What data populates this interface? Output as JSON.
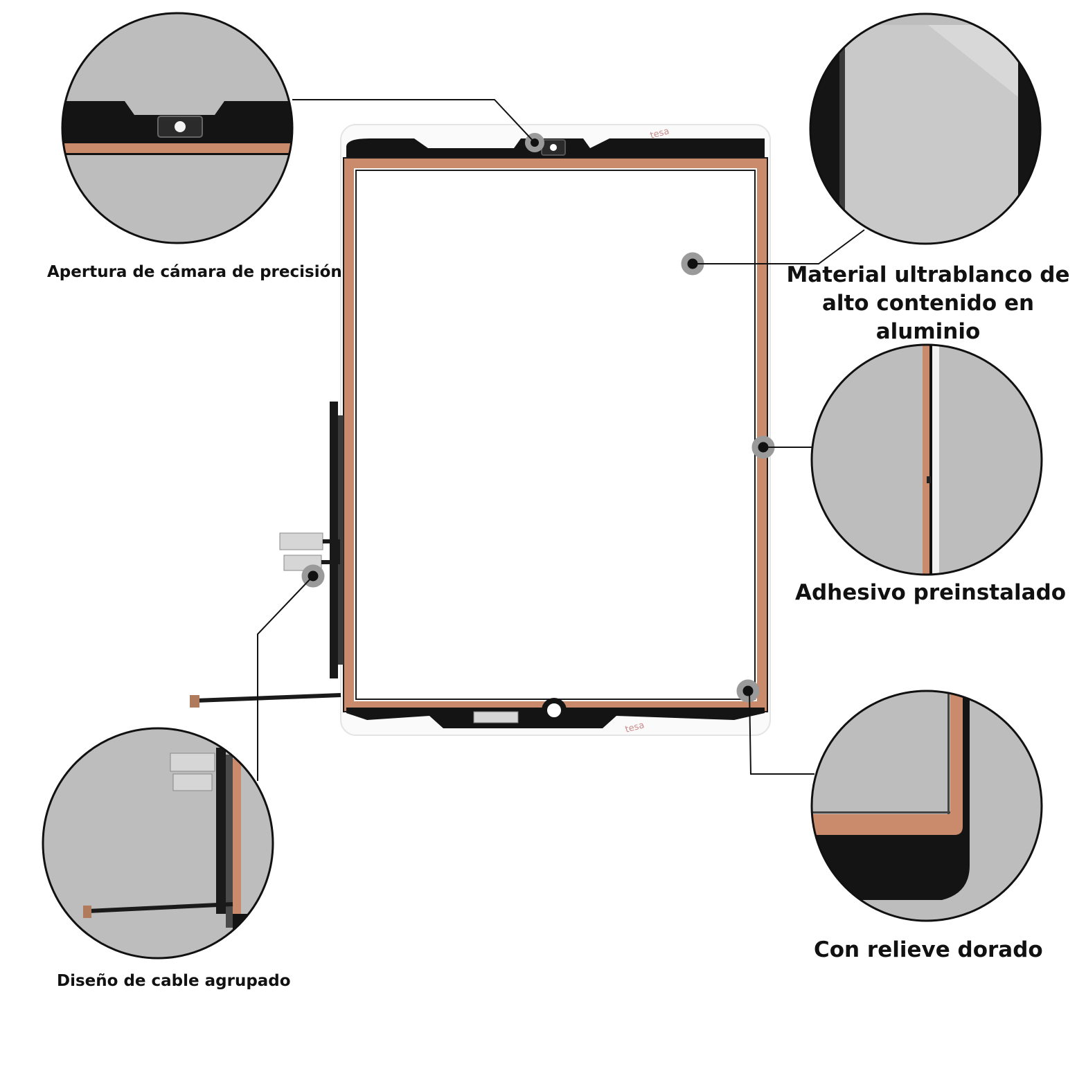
{
  "captions": {
    "camera": "Apertura de cámara de precisión",
    "material_line1": "Material ultrablanco de",
    "material_line2": "alto contenido en aluminio",
    "adhesive": "Adhesivo preinstalado",
    "relief": "Con relieve dorado",
    "cable": "Diseño de cable agrupado"
  },
  "tape_brand": "tesa",
  "colors": {
    "frame_copper": "#c98b6b",
    "panel_black": "#141414",
    "glass_white": "#ffffff",
    "zoom_gray": "#bdbdbd",
    "leader_line": "#111111"
  }
}
